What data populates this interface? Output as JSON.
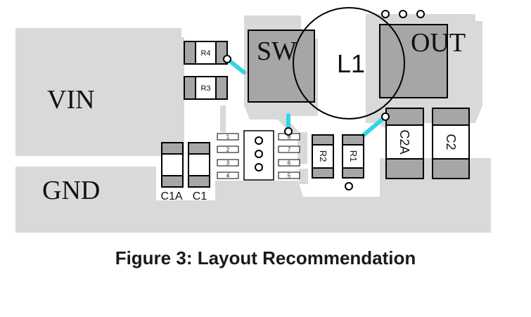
{
  "figure": {
    "caption": "Figure 3: Layout Recommendation"
  },
  "nets": {
    "vin": "VIN",
    "gnd": "GND",
    "sw": "SW",
    "out": "OUT"
  },
  "components": {
    "inductor": "L1",
    "r1": "R1",
    "r2": "R2",
    "r3": "R3",
    "r4": "R4",
    "c1": "C1",
    "c1a": "C1A",
    "c2": "C2",
    "c2a": "C2A"
  },
  "ic_pins": {
    "left": [
      "1",
      "2",
      "3",
      "4"
    ],
    "right": [
      "8",
      "7",
      "6",
      "5"
    ]
  },
  "colors": {
    "copper": "#d9d9d9",
    "pad": "#a6a6a6",
    "trace": "#33d4e6",
    "outline": "#000000"
  }
}
